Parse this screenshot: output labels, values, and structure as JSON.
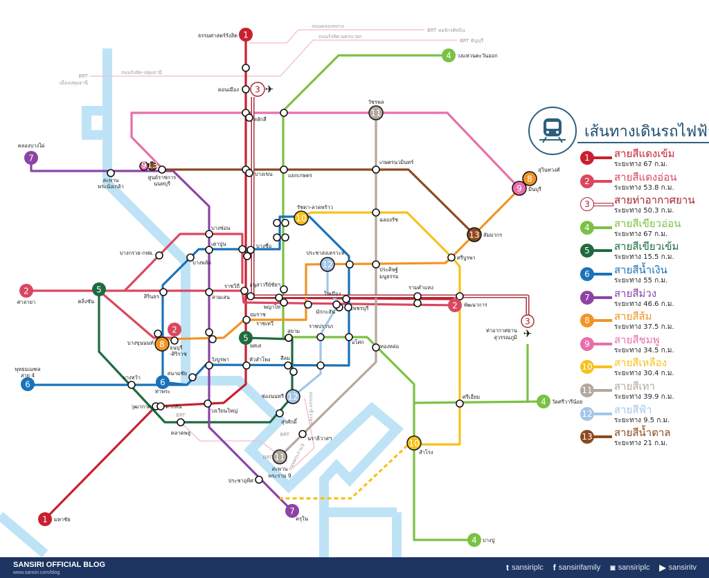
{
  "legend": {
    "title": "เส้นทางเดินรถไฟฟ้า",
    "icon": "train-front-icon",
    "lines": [
      {
        "number": "1",
        "name": "สายสีแดงเข้ม",
        "distance": "ระยะทาง 67 ก.ม.",
        "color": "#c8202f"
      },
      {
        "number": "2",
        "name": "สายสีแดงอ่อน",
        "distance": "ระยะทาง 53.8 ก.ม.",
        "color": "#d9485f"
      },
      {
        "number": "3",
        "name": "สายท่าอากาศยาน",
        "distance": "ระยะทาง 50.3 ก.ม.",
        "color": "#a3212c"
      },
      {
        "number": "4",
        "name": "สายสีเขียวอ่อน",
        "distance": "ระยะทาง 67 ก.ม.",
        "color": "#7bc143"
      },
      {
        "number": "5",
        "name": "สายสีเขียวเข้ม",
        "distance": "ระยะทาง 15.5 ก.ม.",
        "color": "#1f6a3f"
      },
      {
        "number": "6",
        "name": "สายสีน้ำเงิน",
        "distance": "ระยะทาง 55 ก.ม.",
        "color": "#1a72b9"
      },
      {
        "number": "7",
        "name": "สายสีม่วง",
        "distance": "ระยะทาง 46.6 ก.ม.",
        "color": "#8d43a6"
      },
      {
        "number": "8",
        "name": "สายสีส้ม",
        "distance": "ระยะทาง 37.5 ก.ม.",
        "color": "#f39325"
      },
      {
        "number": "9",
        "name": "สายสีชมพู",
        "distance": "ระยะทาง 34.5 ก.ม.",
        "color": "#e770ab"
      },
      {
        "number": "10",
        "name": "สายสีเหลือง",
        "distance": "ระยะทาง 30.4 ก.ม.",
        "color": "#f7c11b"
      },
      {
        "number": "11",
        "name": "สายสีเทา",
        "distance": "ระยะทาง 39.9 ก.ม.",
        "color": "#b3a89e"
      },
      {
        "number": "12",
        "name": "สายสีฟ้า",
        "distance": "ระยะทาง 9.5 ก.ม.",
        "color": "#a3c6e8"
      },
      {
        "number": "13",
        "name": "สายสีน้ำตาล",
        "distance": "ระยะทาง 21 ก.ม.",
        "color": "#8b4a1f"
      }
    ]
  },
  "map": {
    "river_color": "#bfe3f6",
    "brt_color": "#f2b8d3",
    "stations": [
      "ธรรมศาสตร์รังสิต",
      "ดอนเมือง",
      "หลักสี่",
      "บางเขน",
      "แยกเกษตร",
      "เกษตรนวมินทร์",
      "วัชรพล",
      "วงแหวนตะวันออก",
      "สุวินทวงศ์",
      "มีนบุรี",
      "สัมมากร",
      "ศรีบูรพา",
      "รัชดา-ลาดพร้าว",
      "ฉลองรัช",
      "ประชาสงเคราะห์",
      "ประดิษฐ์",
      "มนูธรรม",
      "รามคำแหง",
      "พัฒนาการ",
      "ท่าอากาศยาน",
      "สุวรรณภูมิ",
      "อโศก",
      "ทองหล่อ",
      "ศรีเอี่ยม",
      "วัดศรีวารีน้อย",
      "สำโรง",
      "บางปู",
      "ครุใน",
      "ประชาอุทิศ",
      "สะพาน",
      "พระราม 9",
      "นราธิวาสฯ",
      "ช่องนนทรี",
      "สุรศักดิ์",
      "คลาดพลู",
      "วุฒากาศ",
      "ตากสิน",
      "วงเวียนใหญ่",
      "มหาชัย",
      "ท่าพระ",
      "บางหว้า",
      "พุทธมณฑล",
      "สาย 4",
      "สนามชัย",
      "วังบูรพา",
      "หัวลำโพง",
      "สีลม",
      "ยศเส",
      "สยาม",
      "ยมราช",
      "ราชเทวี",
      "บางขุนนนท์",
      "ธนบุรี",
      "-ศิริราช",
      "ตลิ่งชัน",
      "ศาลายา",
      "สิรินธร",
      "สามเสน",
      "ราชวิถี",
      "อนุสาวรีย์ชัยฯ",
      "พญาไท",
      "ราชปรารภ",
      "มักกะสัน",
      "เพชรบุรี",
      "ในเมือง",
      "บางซ่อน",
      "เตาปูน",
      "บางซื่อ",
      "บางกรวย-กฟผ.",
      "บางพลัด",
      "สะพาน",
      "พระนั่งเกล้า",
      "ศูนย์ราชการ",
      "นนทบุรี",
      "คลองบางไผ่"
    ],
    "brt_labels": [
      "ถนนคลองหลวง",
      "BRT หอจักรศิลปิน",
      "ถนนรังสิต-นครนายก",
      "BRT ธัญบุรี",
      "BRT",
      "เมืองปทุมธานี",
      "ถนนรังสิต-ปทุมธานี",
      "BRT",
      "BRT",
      "BRT",
      "ถนนนราธิวาสฯ",
      "ถนนพระราม3"
    ]
  },
  "footer": {
    "title": "SANSIRI OFFICIAL BLOG",
    "url": "www.sansiri.com/blog",
    "socials": [
      {
        "icon": "twitter-icon",
        "glyph": "t",
        "handle": "sansiriplc"
      },
      {
        "icon": "facebook-icon",
        "glyph": "f",
        "handle": "sansirifamily"
      },
      {
        "icon": "instagram-icon",
        "glyph": "◙",
        "handle": "sansiriplc"
      },
      {
        "icon": "youtube-icon",
        "glyph": "▶",
        "handle": "sansiritv"
      }
    ]
  }
}
